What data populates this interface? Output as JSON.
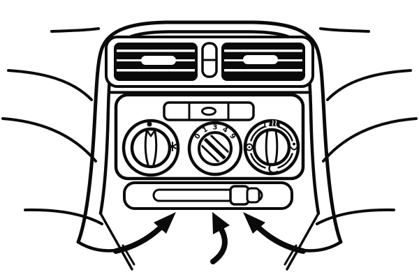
{
  "figure": {
    "type": "line-art-illustration",
    "subject": "car dashboard center console climate controls",
    "colors": {
      "line": "#0a0a0a",
      "background": "#ffffff",
      "vent_fill": "#0a0a0a"
    },
    "vents": {
      "left": {
        "name": "left-air-vent",
        "slats": 3,
        "handle": "white-oblong"
      },
      "right": {
        "name": "right-air-vent",
        "slats": 3,
        "handle": "white-oblong"
      },
      "center_adjuster": {
        "name": "vent-adjuster"
      }
    },
    "button_strip": {
      "segments": 3,
      "center_button": "oval-button"
    },
    "knobs": {
      "left": {
        "name": "temperature-knob",
        "top_mark": "dot",
        "right_icon": "snowflake"
      },
      "center": {
        "name": "fan-speed-knob",
        "labels": [
          "0",
          "1",
          "3",
          "4",
          "9"
        ]
      },
      "right": {
        "name": "mode-knob",
        "top_label": "1",
        "icons": [
          "windshield-defrost",
          "face-vent",
          "bi-level-vent",
          "floor-vent"
        ],
        "tick_ring": "dashed"
      }
    },
    "slider": {
      "name": "horizontal-slider",
      "position": "right-of-center"
    },
    "airflow_arrows": [
      "curved-up-right",
      "curved-up",
      "curved-up-left"
    ]
  }
}
